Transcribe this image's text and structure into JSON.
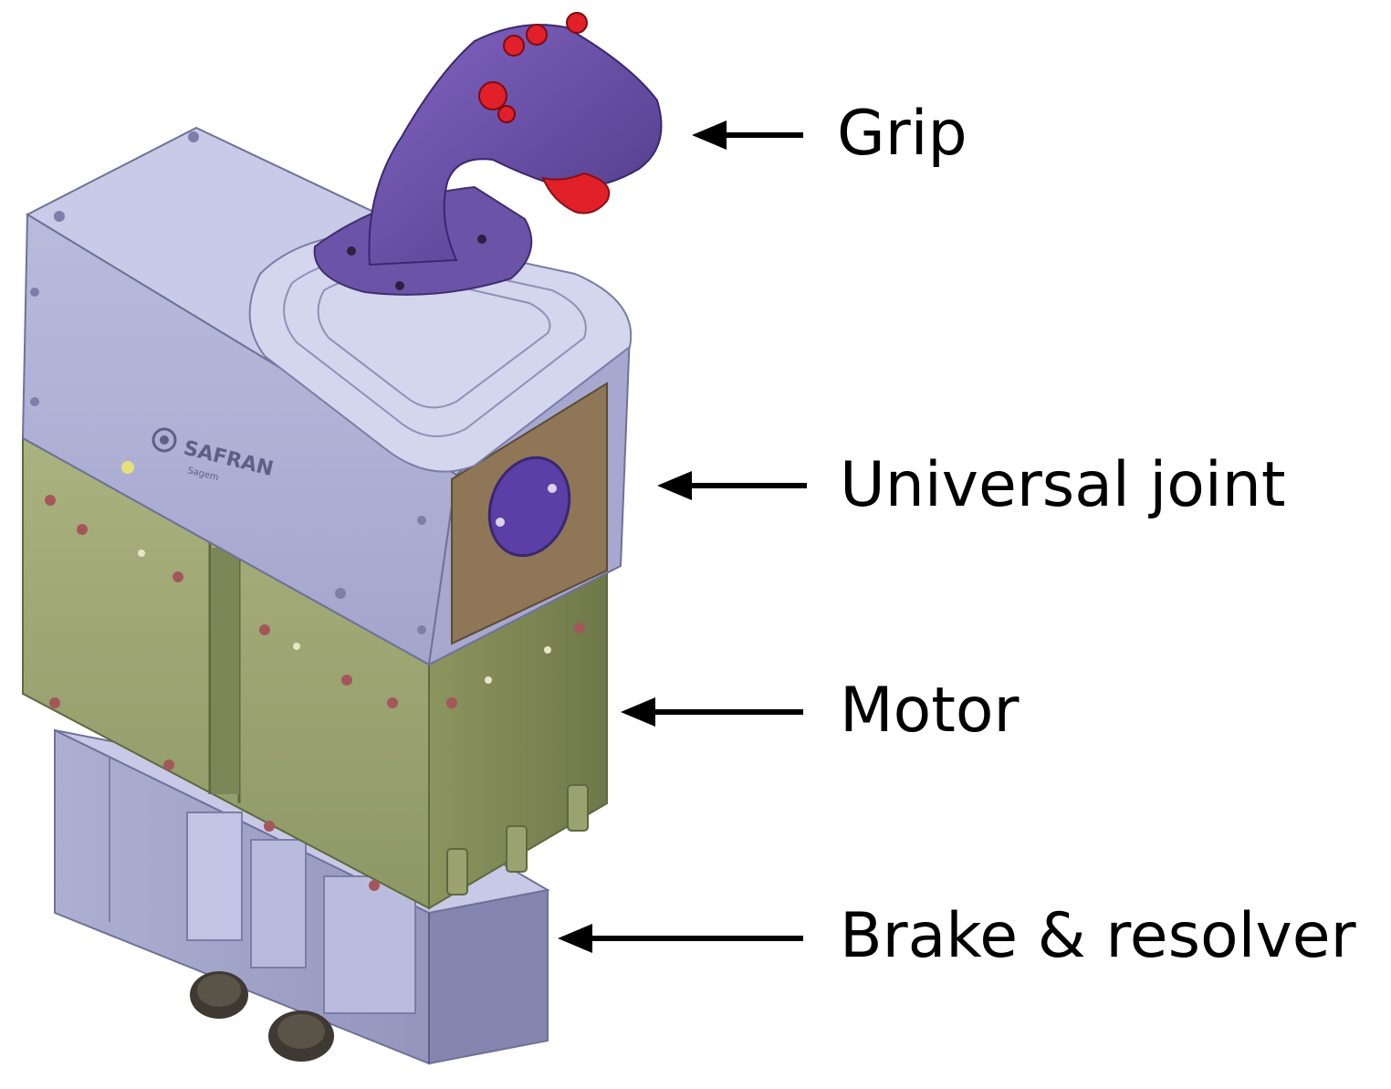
{
  "labels": {
    "grip": "Grip",
    "universal_joint": "Universal joint",
    "motor": "Motor",
    "brake_resolver": "Brake & resolver"
  },
  "colors": {
    "housing_light": "#c3c5e2",
    "housing_mid": "#a7a9cc",
    "housing_dark": "#8d8fb6",
    "motor_green": "#a4ad7a",
    "motor_green_dark": "#7f885a",
    "joint_brown": "#8e7656",
    "grip_purple": "#6a4fa8",
    "button_red": "#e1202a",
    "arrow": "#000000"
  },
  "icons": {
    "brand_logo": "safran-logo-icon"
  }
}
